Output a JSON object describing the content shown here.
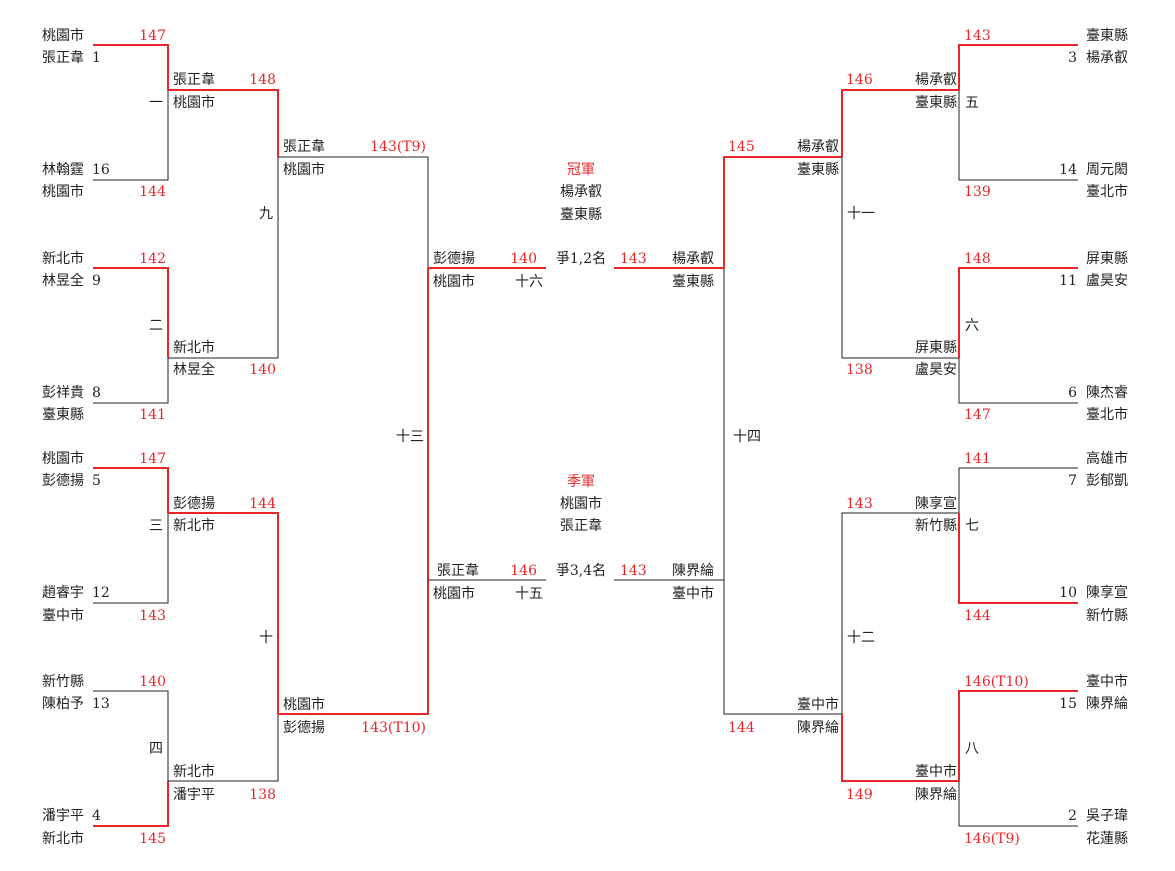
{
  "colors": {
    "text": "#222222",
    "score": "#e8262a",
    "line": "#222222",
    "winner_line": "#e8262a"
  },
  "round1_left": [
    {
      "label": "一",
      "top": {
        "name": "張正韋",
        "seed": "1",
        "team": "桃園市",
        "score": "147"
      },
      "bottom": {
        "name": "林翰霆",
        "seed": "16",
        "team": "桃園市",
        "score": "144"
      }
    },
    {
      "label": "二",
      "top": {
        "name": "林昱全",
        "seed": "9",
        "team": "新北市",
        "score": "142"
      },
      "bottom": {
        "name": "彭祥貴",
        "seed": "8",
        "team": "臺東縣",
        "score": "141"
      }
    },
    {
      "label": "三",
      "top": {
        "name": "彭德揚",
        "seed": "5",
        "team": "桃園市",
        "score": "147"
      },
      "bottom": {
        "name": "趙睿宇",
        "seed": "12",
        "team": "臺中市",
        "score": "143"
      }
    },
    {
      "label": "四",
      "top": {
        "name": "陳柏予",
        "seed": "13",
        "team": "新竹縣",
        "score": "140"
      },
      "bottom": {
        "name": "潘宇平",
        "seed": "4",
        "team": "新北市",
        "score": "145"
      }
    }
  ],
  "round1_right": [
    {
      "label": "五",
      "top": {
        "name": "楊承叡",
        "seed": "3",
        "team": "臺東縣",
        "score": "143"
      },
      "bottom": {
        "name": "周元閎",
        "seed": "14",
        "team": "臺北市",
        "score": "139"
      }
    },
    {
      "label": "六",
      "top": {
        "name": "盧昊安",
        "seed": "11",
        "team": "屏東縣",
        "score": "148"
      },
      "bottom": {
        "name": "陳杰睿",
        "seed": "6",
        "team": "臺北市",
        "score": "147"
      }
    },
    {
      "label": "七",
      "top": {
        "name": "彭郁凱",
        "seed": "7",
        "team": "高雄市",
        "score": "141"
      },
      "bottom": {
        "name": "陳享宣",
        "seed": "10",
        "team": "新竹縣",
        "score": "144"
      }
    },
    {
      "label": "八",
      "top": {
        "name": "陳界綸",
        "seed": "15",
        "team": "臺中市",
        "score": "146(T10)"
      },
      "bottom": {
        "name": "吳子瑋",
        "seed": "2",
        "team": "花蓮縣",
        "score": "146(T9)"
      }
    }
  ],
  "round2_left": [
    {
      "label": "九",
      "top": {
        "name": "張正韋",
        "team": "桃園市",
        "score": "148"
      },
      "bottom": {
        "name": "林昱全",
        "team": "新北市",
        "score": "140"
      }
    },
    {
      "label": "十",
      "top": {
        "name": "彭德揚",
        "team": "新北市",
        "score": "144"
      },
      "bottom": {
        "name": "潘宇平",
        "team": "新北市",
        "score": "138"
      }
    }
  ],
  "round2_right": [
    {
      "label": "十一",
      "top": {
        "name": "楊承叡",
        "team": "臺東縣",
        "score": "146"
      },
      "bottom": {
        "name": "盧昊安",
        "team": "屏東縣",
        "score": "138"
      }
    },
    {
      "label": "十二",
      "top": {
        "name": "陳享宣",
        "team": "新竹縣",
        "score": "143"
      },
      "bottom": {
        "name": "陳界綸",
        "team": "臺中市",
        "score": "149"
      }
    }
  ],
  "round3_left": {
    "label": "十三",
    "top": {
      "name": "張正韋",
      "team": "桃園市",
      "score": "143(T9)"
    },
    "bottom": {
      "name": "彭德揚",
      "team": "桃園市",
      "score": "143(T10)"
    }
  },
  "round3_right": {
    "label": "十四",
    "top": {
      "name": "楊承叡",
      "team": "臺東縣",
      "score": "145"
    },
    "bottom": {
      "name": "陳界綸",
      "team": "臺中市",
      "score": "144"
    }
  },
  "final": {
    "label_left": "十六",
    "match_label": "爭1,2名",
    "left": {
      "name": "彭德揚",
      "team": "桃園市",
      "score": "140"
    },
    "right": {
      "name": "楊承叡",
      "team": "臺東縣",
      "score": "143"
    }
  },
  "third_place": {
    "label_left": "十五",
    "match_label": "爭3,4名",
    "left": {
      "name": "張正韋",
      "team": "桃園市",
      "score": "146"
    },
    "right": {
      "name": "陳界綸",
      "team": "臺中市",
      "score": "143"
    }
  },
  "champion": {
    "title": "冠軍",
    "name": "楊承叡",
    "team": "臺東縣"
  },
  "third": {
    "title": "季軍",
    "team": "桃園市",
    "name": "張正韋"
  }
}
